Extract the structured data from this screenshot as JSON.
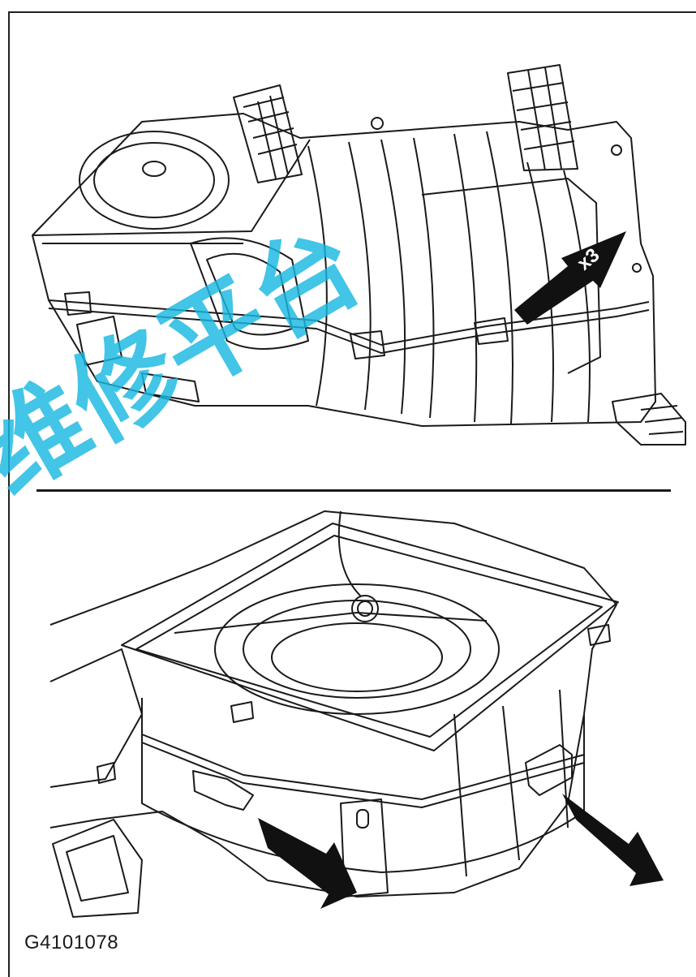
{
  "figure": {
    "id": "G4101078"
  },
  "callouts": {
    "top_panel_quantity": "x3"
  },
  "watermark": {
    "text": "维修平台",
    "color": "#19b8e0"
  },
  "icons": {
    "top_arrow": "arrow-pointer-icon",
    "bottom_left_arrow": "arrow-pointer-icon",
    "bottom_right_arrow": "arrow-pointer-icon"
  },
  "colors": {
    "line_art": "#1a1a1a",
    "background": "#ffffff"
  }
}
